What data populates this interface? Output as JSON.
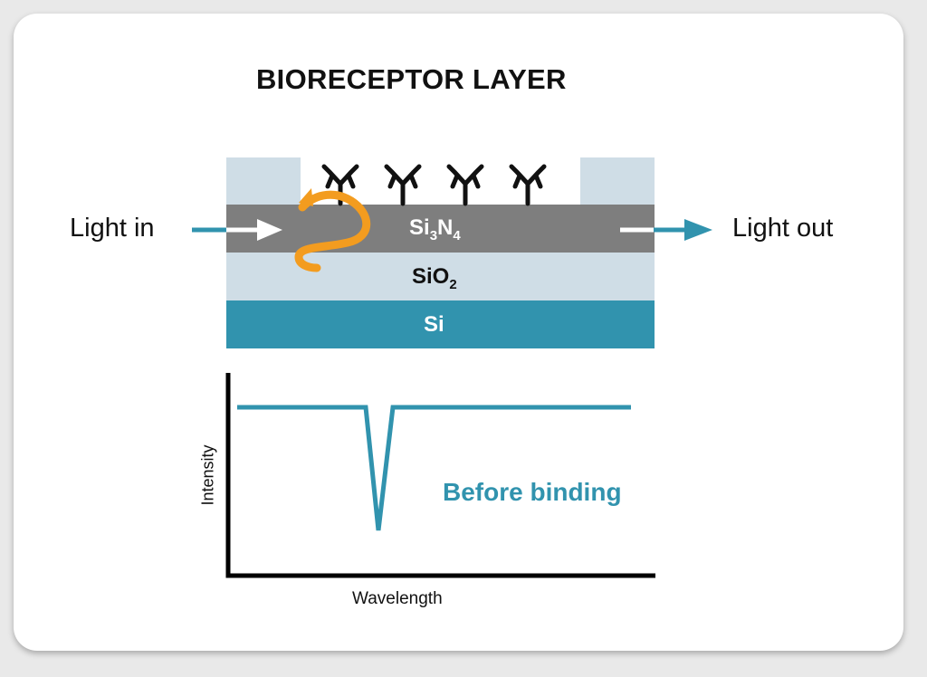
{
  "title": "BIORECEPTOR LAYER",
  "input_label": "Light in",
  "output_label": "Light out",
  "layers": {
    "waveguide": {
      "base": "Si",
      "sub1": "3",
      "mid": "N",
      "sub2": "4",
      "color": "#7e7e7e"
    },
    "cladding": {
      "base": "SiO",
      "sub": "2",
      "color": "#cfdde6"
    },
    "substrate": {
      "label": "Si",
      "color": "#3193ae"
    }
  },
  "receptor_count": 4,
  "accent_color": "#3193ae",
  "wave_color": "#f39c1f",
  "icons": [
    "antibody-icon",
    "arrow-right-icon",
    "evanescent-wave-icon"
  ],
  "graph": {
    "xlabel": "Wavelength",
    "ylabel": "Intensity",
    "annotation": "Before binding"
  }
}
